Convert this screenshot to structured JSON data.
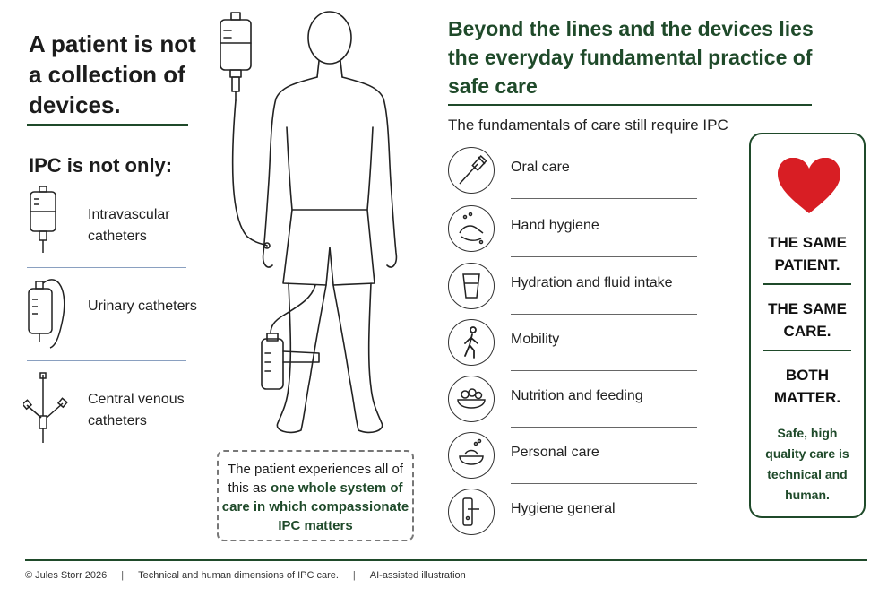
{
  "left": {
    "heading": "A patient is not a collection of devices.",
    "ipc_heading": "IPC is not only:",
    "devices": [
      {
        "label": "Intravascular catheters",
        "icon": "iv-bag-icon"
      },
      {
        "label": "Urinary catheters",
        "icon": "urine-bag-icon"
      },
      {
        "label": "Central venous catheters",
        "icon": "central-line-icon"
      }
    ]
  },
  "right": {
    "heading": "Beyond the lines and the devices lies the everyday fundamental practice of safe care",
    "subheading": "The fundamentals of care still require IPC",
    "care_items": [
      {
        "label": "Oral care",
        "icon": "toothbrush-icon"
      },
      {
        "label": "Hand hygiene",
        "icon": "hand-wash-icon"
      },
      {
        "label": "Hydration and fluid intake",
        "icon": "glass-icon"
      },
      {
        "label": "Mobility",
        "icon": "walking-icon"
      },
      {
        "label": "Nutrition and feeding",
        "icon": "food-bowl-icon"
      },
      {
        "label": "Personal care",
        "icon": "wash-basin-icon"
      },
      {
        "label": "Hygiene general",
        "icon": "door-handle-icon"
      }
    ]
  },
  "same_box": {
    "line1": "THE SAME PATIENT.",
    "line2": "THE SAME CARE.",
    "line3": "BOTH MATTER.",
    "tagline": "Safe, high quality care is technical and human.",
    "heart_color": "#d81e24"
  },
  "center": {
    "text_plain": "The patient experiences all of this as",
    "text_bold": "one whole system of care in which compassionate IPC matters"
  },
  "footer": {
    "credit": "© Jules Storr 2026",
    "caption": "Technical and human dimensions of IPC care.",
    "note": "AI-assisted illustration"
  },
  "colors": {
    "accent": "#1f4a2a",
    "heart": "#d81e24"
  }
}
